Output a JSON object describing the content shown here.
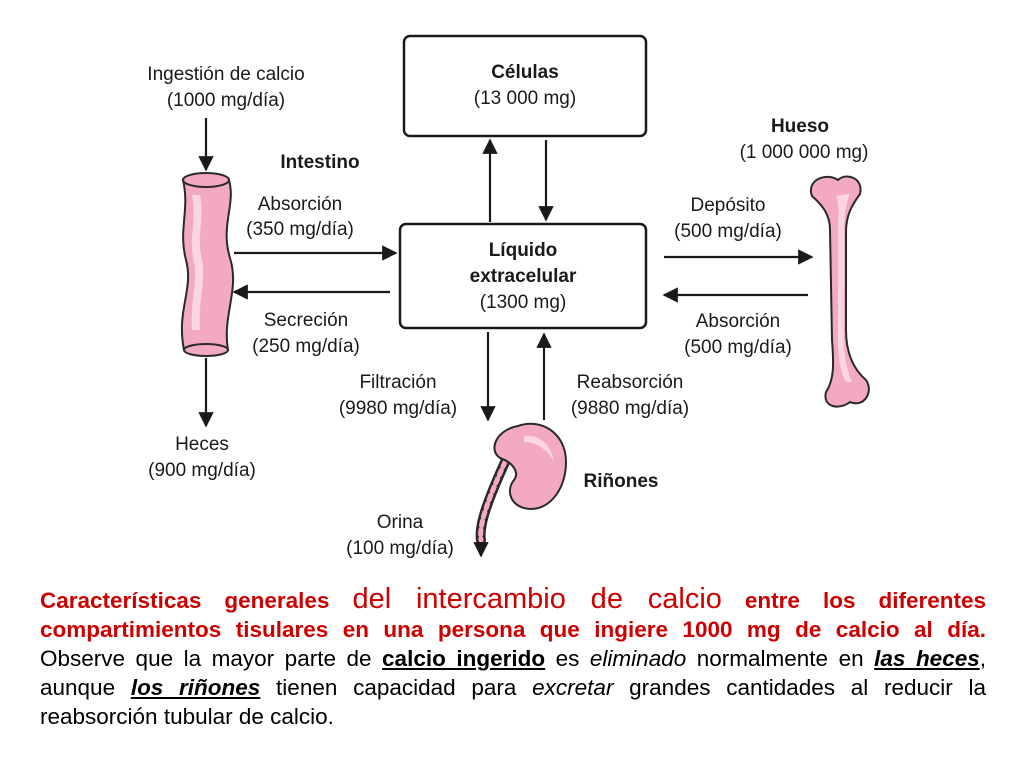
{
  "diagram": {
    "cells": {
      "title": "Células",
      "amount": "(13 000 mg)"
    },
    "ecf": {
      "line1": "Líquido",
      "line2": "extracelular",
      "amount": "(1300 mg)"
    },
    "intake": {
      "label": "Ingestión de calcio",
      "amount": "(1000 mg/día)"
    },
    "intestine": {
      "label": "Intestino"
    },
    "gut_absorption": {
      "label": "Absorción",
      "amount": "(350 mg/día)"
    },
    "gut_secretion": {
      "label": "Secreción",
      "amount": "(250 mg/día)"
    },
    "feces": {
      "label": "Heces",
      "amount": "(900 mg/día)"
    },
    "bone": {
      "title": "Hueso",
      "amount": "(1 000 000 mg)"
    },
    "deposit": {
      "label": "Depósito",
      "amount": "(500 mg/día)"
    },
    "bone_absorption": {
      "label": "Absorción",
      "amount": "(500 mg/día)"
    },
    "filtration": {
      "label": "Filtración",
      "amount": "(9980 mg/día)"
    },
    "reabsorption": {
      "label": "Reabsorción",
      "amount": "(9880 mg/día)"
    },
    "kidneys": {
      "label": "Riñones"
    },
    "urine": {
      "label": "Orina",
      "amount": "(100 mg/día)"
    }
  },
  "caption": {
    "part1": "Características generales ",
    "part2": "del intercambio de calcio",
    "part3": " entre los diferentes compartimientos tisulares en una persona que ingiere 1000 mg de calcio al día.",
    "part4": "   Observe que la mayor parte de ",
    "part5": "calcio ingerido",
    "part6": " es ",
    "part7": "eliminado",
    "part8": " normalmente en ",
    "part9": "las heces",
    "part10": ", aunque ",
    "part11": "los riñones",
    "part12": " tienen capacidad para ",
    "part13": "excretar",
    "part14": " grandes cantidades al reducir la reabsorción tubular de calcio."
  },
  "colors": {
    "organ_pink": "#f3a9c4",
    "caption_red": "#cc0000"
  }
}
